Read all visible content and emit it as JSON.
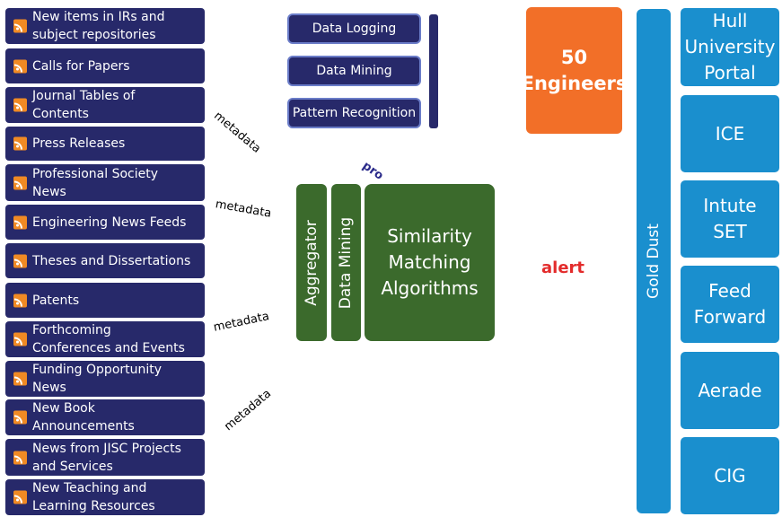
{
  "sources": [
    "New items in IRs and\nsubject repositories",
    "Calls for Papers",
    "Journal Tables of\nContents",
    "Press Releases",
    "Professional Society\nNews",
    "Engineering News Feeds",
    "Theses and Dissertations",
    "Patents",
    "Forthcoming\nConferences and Events",
    "Funding Opportunity\nNews",
    "New Book\nAnnouncements",
    "News from JISC Projects\nand Services",
    "New Teaching and\nLearning Resources"
  ],
  "metadata_label": "metadata",
  "process_boxes": [
    "Data Logging",
    "Data Mining",
    "Pattern Recognition"
  ],
  "truncated_label": "pro",
  "green": {
    "aggregator": "Aggregator",
    "data_mining": "Data Mining",
    "similarity": "Similarity\nMatching\nAlgorithms"
  },
  "alert": "alert",
  "engineers": "50\nEngineers",
  "gold_dust": "Gold Dust",
  "services": [
    "Hull\nUniversity\nPortal",
    "ICE",
    "Intute\nSET",
    "Feed\nForward",
    "Aerade",
    "CIG"
  ],
  "colors": {
    "source_bg": "#27296a",
    "rss_icon": "#f08a24",
    "green": "#3b6a2c",
    "orange": "#f26f28",
    "blue": "#1a8fce",
    "alert": "#e32b2b"
  }
}
